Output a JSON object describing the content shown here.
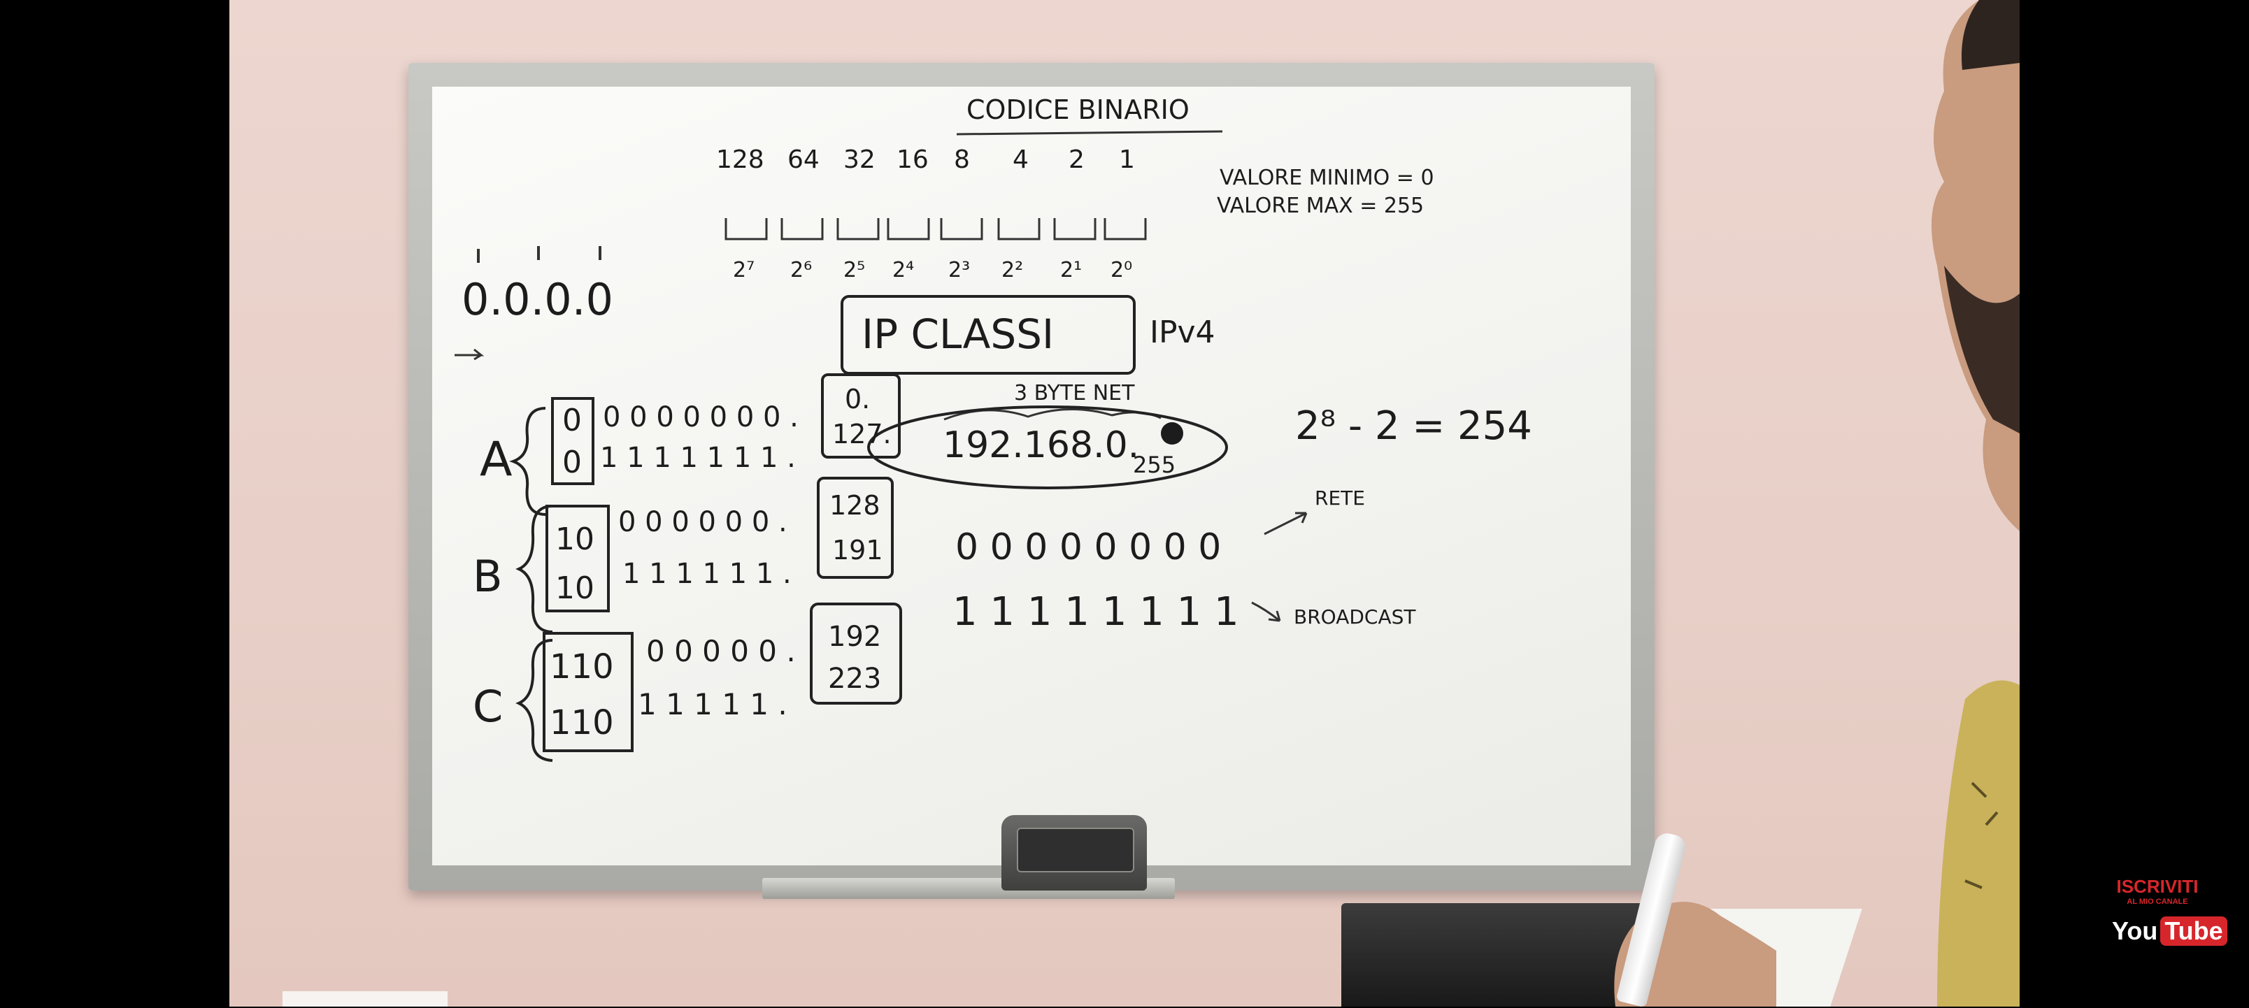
{
  "whiteboard": {
    "title": "CODICE BINARIO",
    "bit_weights": [
      "128",
      "64",
      "32",
      "16",
      "8",
      "4",
      "2",
      "1"
    ],
    "powers": [
      "2⁷",
      "2⁶",
      "2⁵",
      "2⁴",
      "2³",
      "2²",
      "2¹",
      "2⁰"
    ],
    "min_value": "VALORE MINIMO = 0",
    "max_value": "VALORE MAX = 255",
    "ip_zero": "0.0.0.0",
    "heading_box": "IP CLASSI",
    "ipv4": "IPv4",
    "net_bytes": "3 BYTE NET",
    "example_ip": "192.168.0.",
    "example_last": "255",
    "formula": "2⁸ - 2 = 254",
    "class_a": {
      "letter": "A",
      "prefix": [
        "0",
        "0"
      ],
      "bits": [
        "0 0 0 0 0 0 0 .",
        "1 1 1 1 1 1 1 ."
      ],
      "range": [
        "0.",
        "127."
      ]
    },
    "class_b": {
      "letter": "B",
      "prefix": [
        "10",
        "10"
      ],
      "bits": [
        "0 0 0 0 0 0 .",
        "1 1 1 1 1 1 ."
      ],
      "range": [
        "128",
        "191"
      ]
    },
    "class_c": {
      "letter": "C",
      "prefix": [
        "110",
        "110"
      ],
      "bits": [
        "0 0 0 0 0 .",
        "1 1 1 1 1 ."
      ],
      "range": [
        "192",
        "223"
      ]
    },
    "zeros_row": "0 0 0 0 0 0 0 0",
    "ones_row": "1 1 1 1 1 1 1 1",
    "label_rete": "RETE",
    "label_broadcast": "BROADCAST"
  },
  "overlay": {
    "subscribe_top": "ISCRIVITI",
    "subscribe_sub": "AL MIO CANALE",
    "logo_you": "You",
    "logo_tube": "Tube",
    "brand_color": "#d7262b"
  },
  "icons": {
    "subscribe_badge": "youtube-subscribe-icon"
  }
}
